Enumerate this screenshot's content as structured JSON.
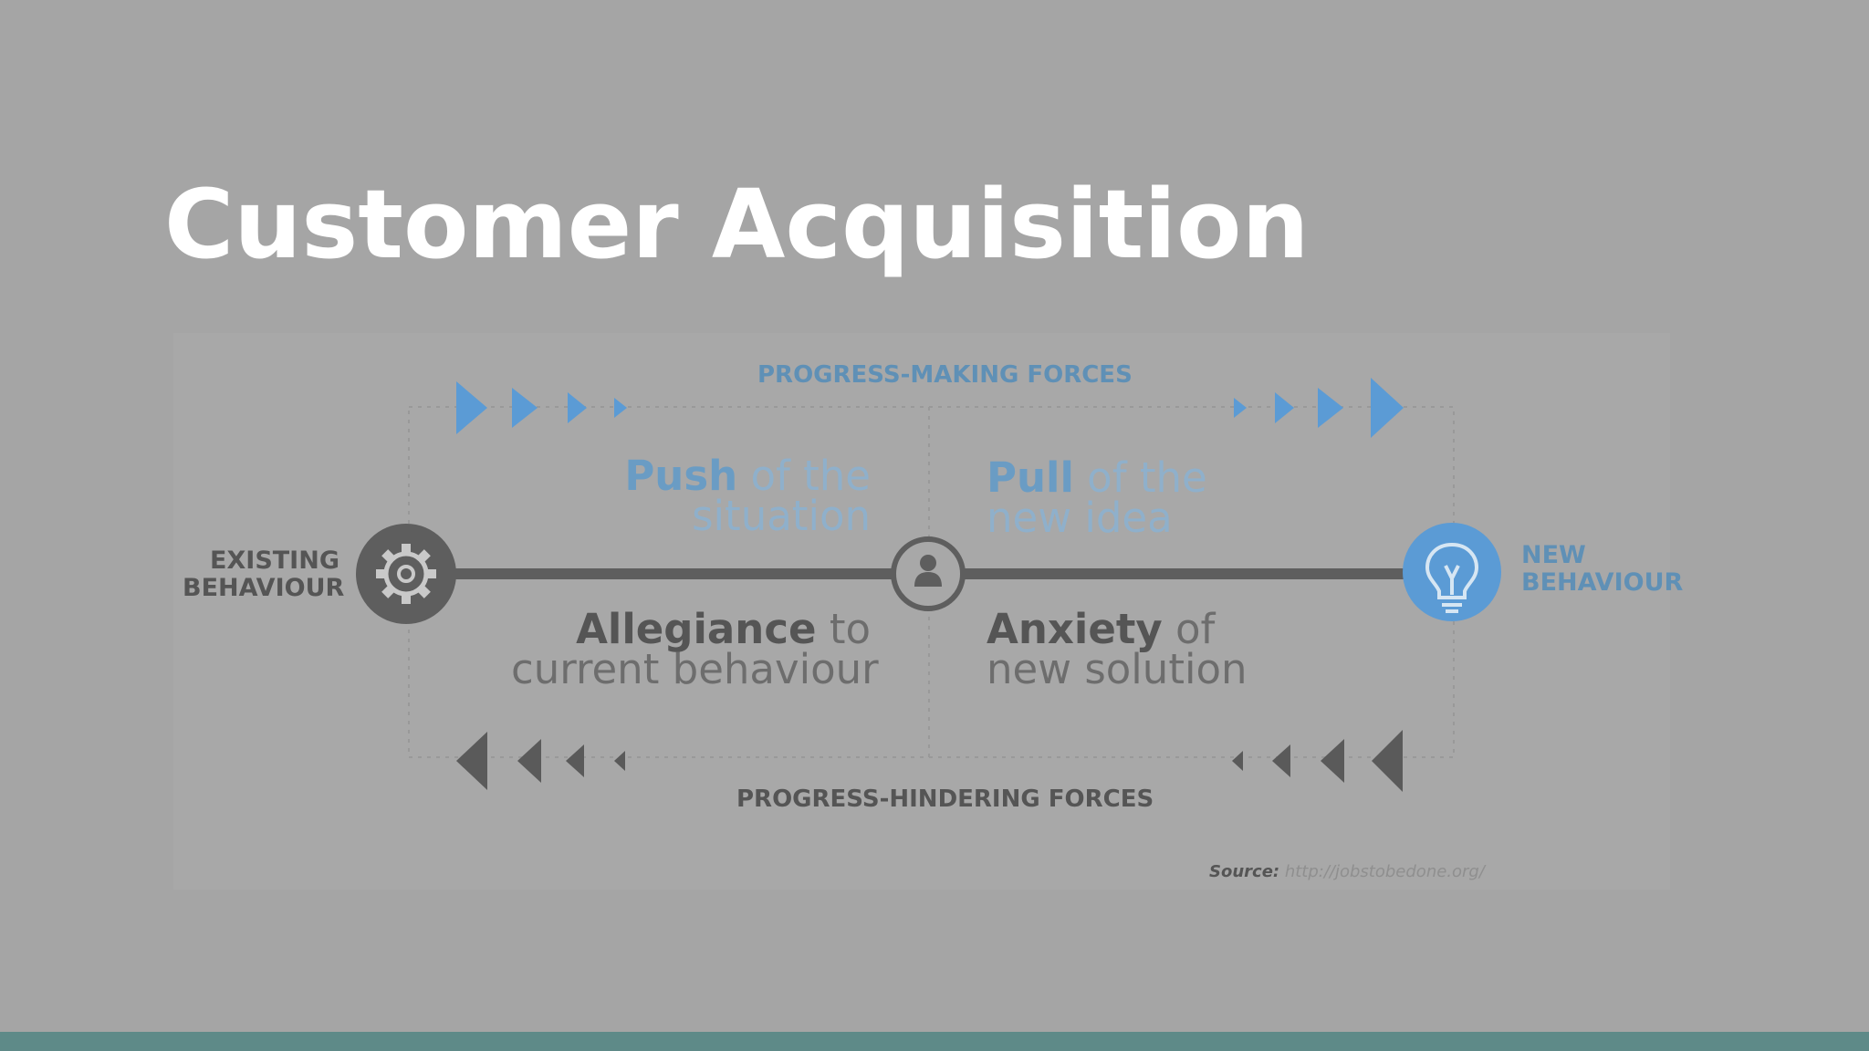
{
  "slide": {
    "title": "Customer Acquisition"
  },
  "diagram": {
    "top_label": "PROGRESS-MAKING FORCES",
    "bottom_label": "PROGRESS-HINDERING FORCES",
    "left_label_line1": "EXISTING",
    "left_label_line2": "BEHAVIOUR",
    "right_label_line1": "NEW",
    "right_label_line2": "BEHAVIOUR",
    "push": {
      "bold": "Push",
      "rest1": " of the",
      "rest2": "situation"
    },
    "pull": {
      "bold": "Pull",
      "rest1": " of the",
      "rest2": "new idea"
    },
    "allegiance": {
      "bold": "Allegiance",
      "rest1": " to",
      "rest2": "current behaviour"
    },
    "anxiety": {
      "bold": "Anxiety",
      "rest1": " of",
      "rest2": "new solution"
    },
    "source_label": "Source:",
    "source_url": "http://jobstobedone.org/"
  },
  "colors": {
    "background": "#a5a5a5",
    "accent_blue": "#5b9bd5",
    "dark_gray": "#555555",
    "bottom_bar": "#5e8a88"
  },
  "icons": [
    "gear-icon",
    "person-icon",
    "lightbulb-icon"
  ]
}
